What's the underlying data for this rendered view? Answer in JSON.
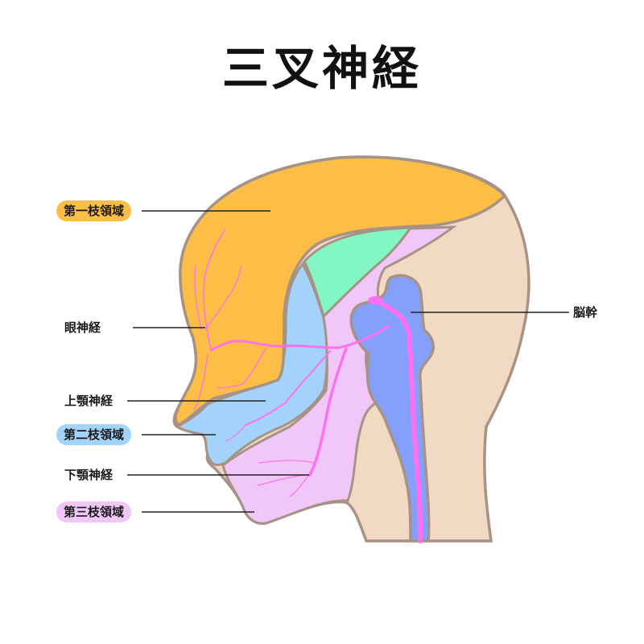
{
  "title": "三叉神経",
  "colors": {
    "first_branch": "#FDBE48",
    "second_branch": "#A3D2FB",
    "third_branch": "#F0C7F8",
    "green_region": "#83F7C3",
    "skin": "#F1D9C3",
    "brainstem": "#84A0FB",
    "nerve": "#FF70F0",
    "outline": "#A79386",
    "leader": "#222222"
  },
  "labels": {
    "first_branch_area": "第一枝領域",
    "ophthalmic_nerve": "眼神経",
    "maxillary_nerve": "上顎神経",
    "second_branch_area": "第二枝領域",
    "mandibular_nerve": "下顎神経",
    "third_branch_area": "第三枝領域",
    "brainstem": "脳幹"
  }
}
